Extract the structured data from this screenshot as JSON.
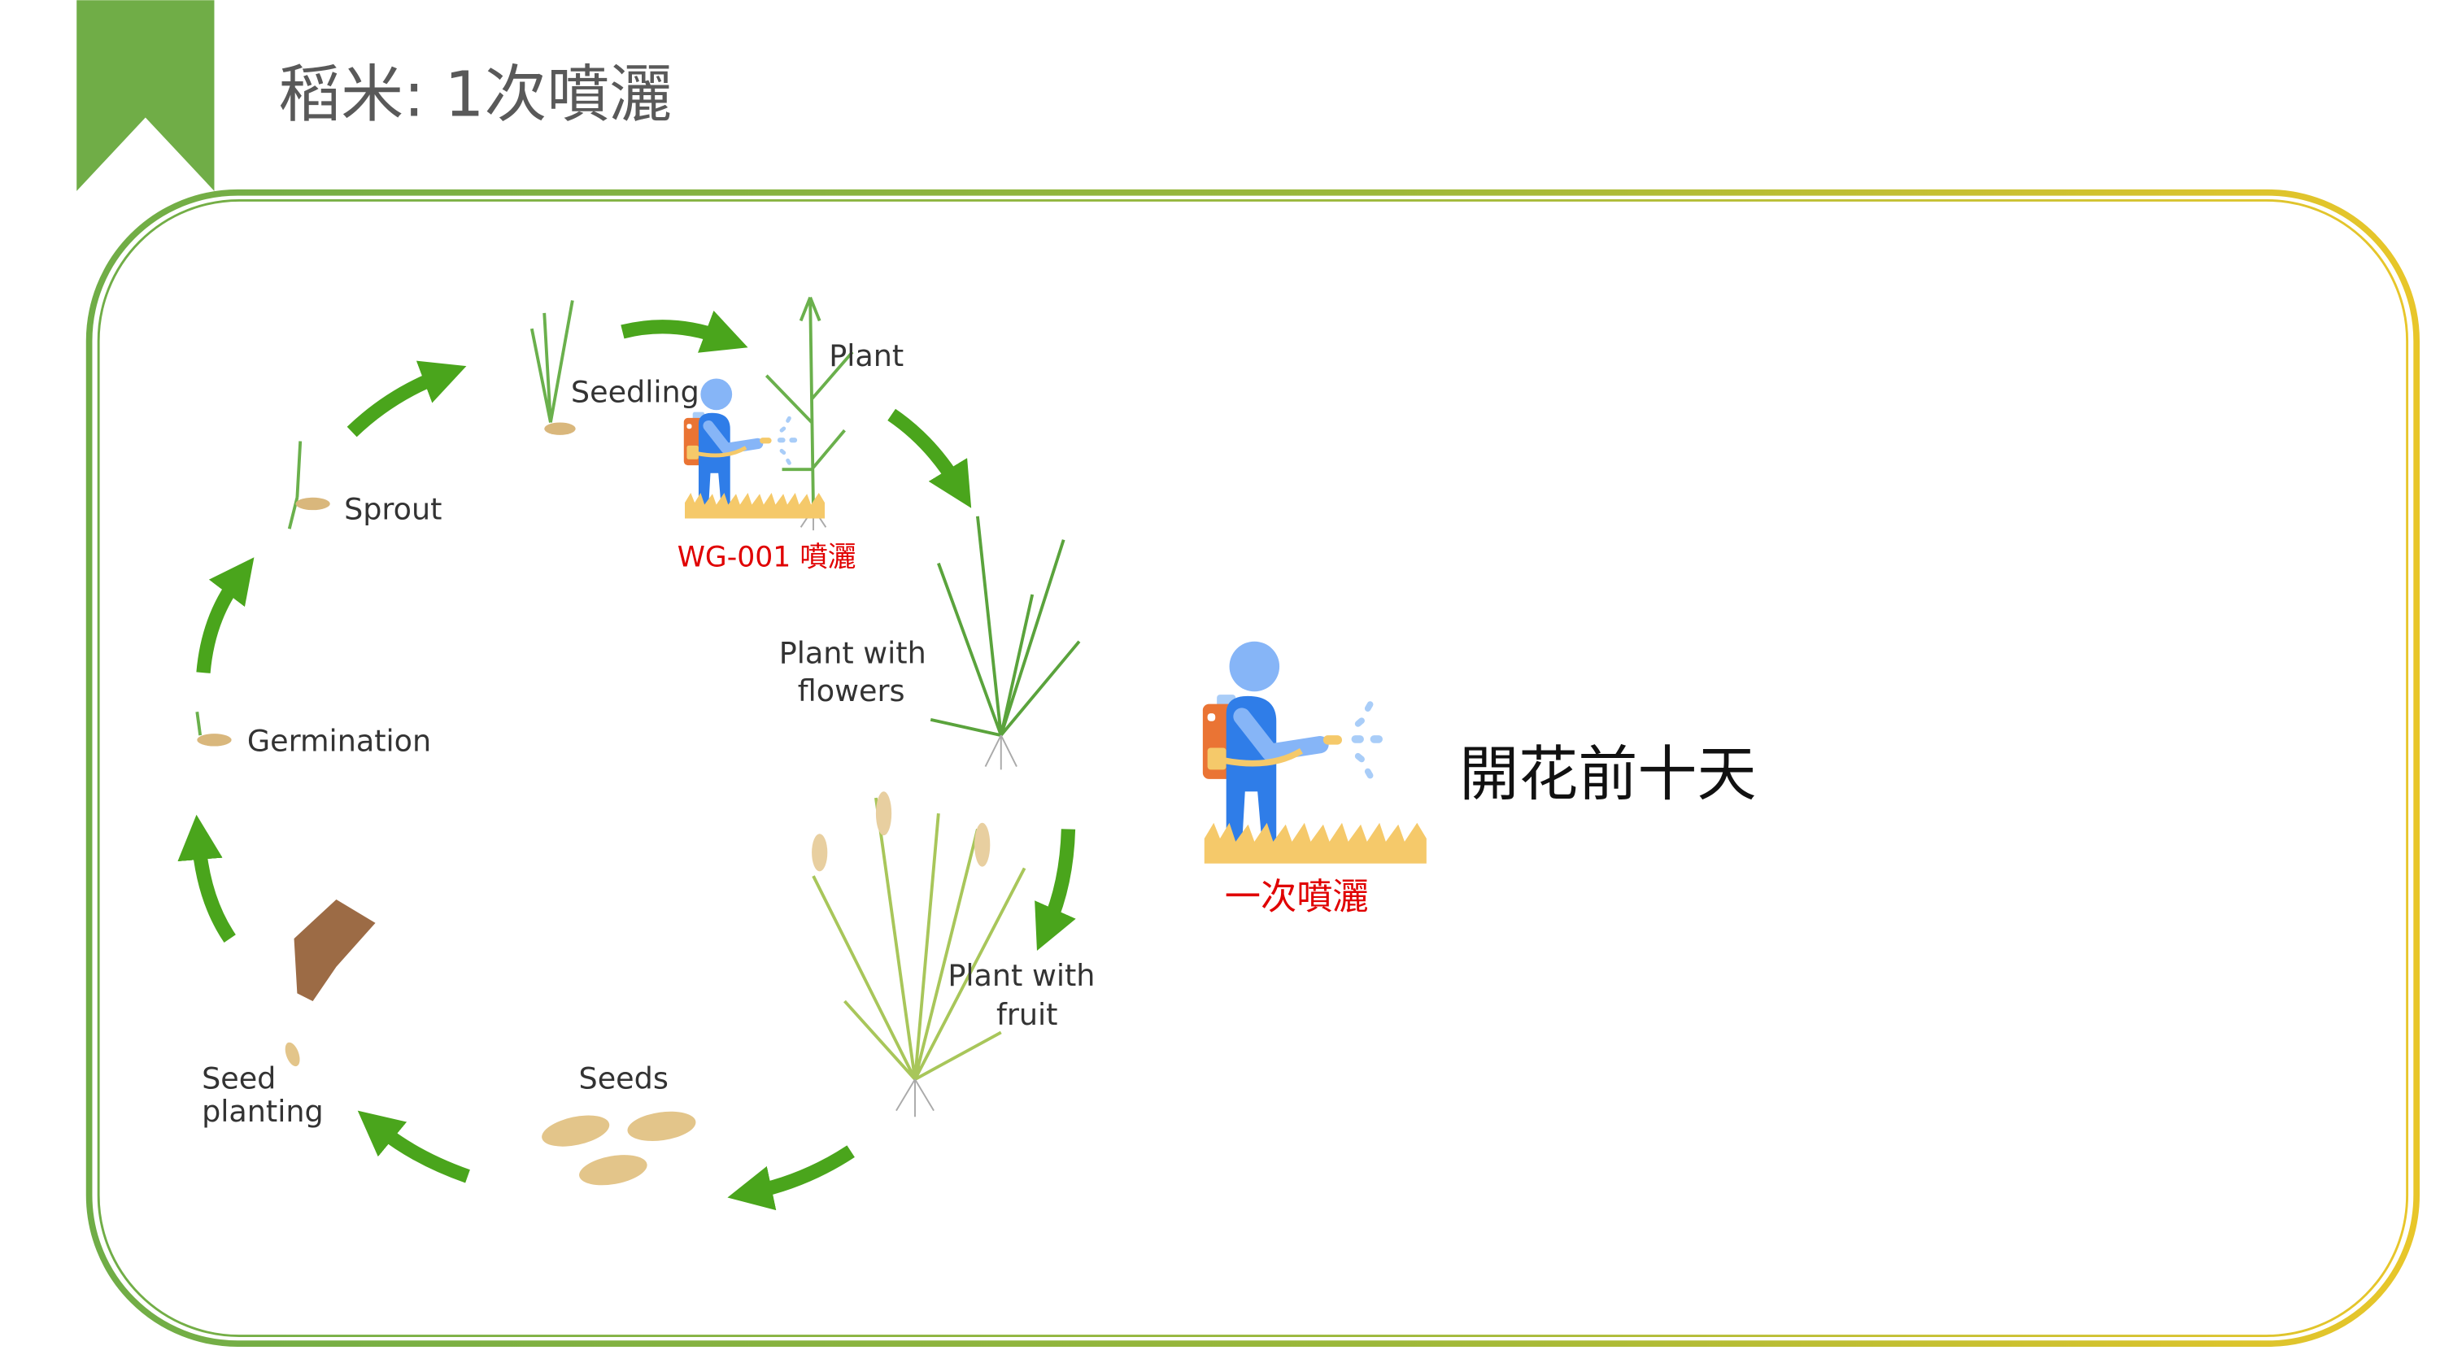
{
  "slide": {
    "title": "稻米: 1次噴灑",
    "colors": {
      "banner": "#70ad47",
      "border_start": "#70ad47",
      "border_end": "#e8c62a",
      "arrow": "#4aa51c",
      "red_text": "#e00000"
    }
  },
  "cycle": {
    "stages": {
      "seedling": "Seedling",
      "plant": "Plant",
      "flowers_1": "Plant with",
      "flowers_2": "flowers",
      "fruit_1": "Plant with",
      "fruit_2": "fruit",
      "seeds": "Seeds",
      "planting_1": "Seed",
      "planting_2": "planting",
      "germination": "Germination",
      "sprout": "Sprout"
    },
    "spray_label": "WG-001 噴灑"
  },
  "side": {
    "spray_count_label": "一次噴灑",
    "timing": "開花前十天"
  }
}
